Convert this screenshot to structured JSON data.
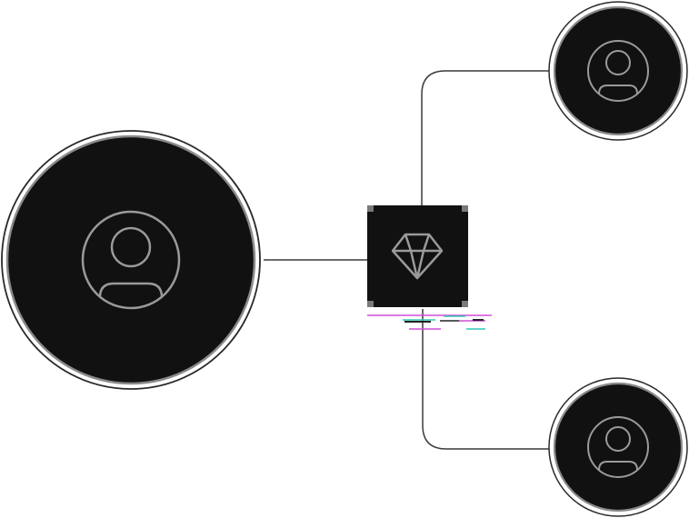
{
  "colors": {
    "background": "#ffffff",
    "node_fill": "#111111",
    "outer_ring": "#2a2a2a",
    "inner_ring": "#8a8a8a",
    "icon_stroke": "#9a9a9a",
    "connector": "#3a3a3a",
    "hub_corner": "#7a7a7a",
    "glitch_magenta": "#d04fd8",
    "glitch_teal": "#2fc7b5",
    "glitch_dark": "#222222"
  },
  "nodes": [
    {
      "id": "user-large",
      "icon": "user-icon"
    },
    {
      "id": "user-top",
      "icon": "user-icon"
    },
    {
      "id": "user-bottom",
      "icon": "user-icon"
    }
  ],
  "hub": {
    "icon": "diamond-icon"
  },
  "connections": [
    {
      "from": "hub",
      "to": "user-large"
    },
    {
      "from": "hub",
      "to": "user-top"
    },
    {
      "from": "hub",
      "to": "user-bottom"
    }
  ]
}
